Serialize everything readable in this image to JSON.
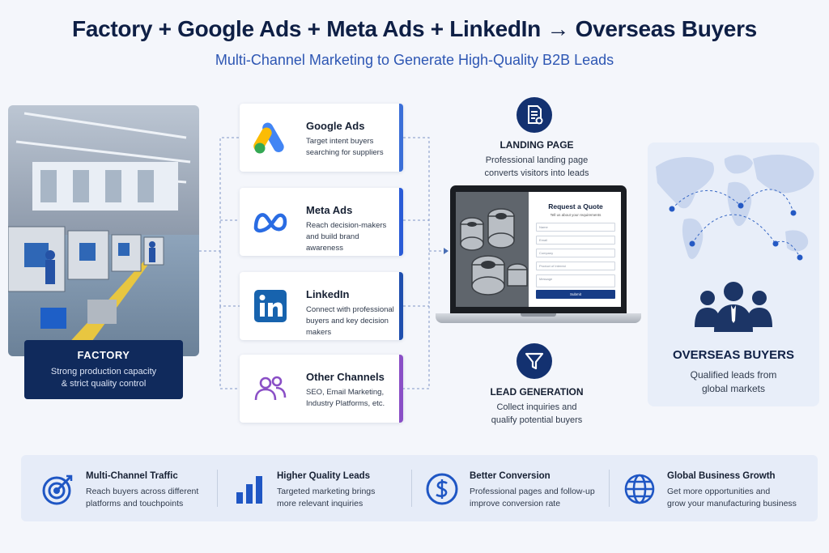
{
  "header": {
    "title": "Factory + Google Ads + Meta Ads + LinkedIn → Overseas Buyers",
    "subtitle": "Multi-Channel Marketing to Generate High-Quality B2B Leads"
  },
  "factory": {
    "title": "FACTORY",
    "desc_line1": "Strong production capacity",
    "desc_line2": "& strict quality control"
  },
  "channels": [
    {
      "name": "Google Ads",
      "line1": "Target intent buyers",
      "line2": "searching for suppliers",
      "icon": "google-ads-icon",
      "accent": "#3b6fd8"
    },
    {
      "name": "Meta Ads",
      "line1": "Reach decision-makers",
      "line2": "and build brand awareness",
      "icon": "meta-icon",
      "accent": "#2a5bd7"
    },
    {
      "name": "LinkedIn",
      "line1": "Connect with professional",
      "line2": "buyers and key decision makers",
      "icon": "linkedin-icon",
      "accent": "#1f4fae"
    },
    {
      "name": "Other Channels",
      "line1": "SEO, Email Marketing,",
      "line2": "Industry Platforms, etc.",
      "icon": "users-icon",
      "accent": "#8a4fc6"
    }
  ],
  "landing": {
    "title": "LANDING PAGE",
    "desc_line1": "Professional landing page",
    "desc_line2": "converts visitors into leads",
    "icon": "document-check-icon"
  },
  "quote_form": {
    "title": "Request a Quote",
    "subtitle": "Tell us about your requirements",
    "fields": [
      "Name",
      "Email",
      "Company",
      "Product of Interest",
      "Message"
    ],
    "submit_label": "Submit"
  },
  "lead_gen": {
    "title": "LEAD GENERATION",
    "desc_line1": "Collect inquiries and",
    "desc_line2": "qualify potential buyers",
    "icon": "funnel-icon"
  },
  "buyers": {
    "title": "OVERSEAS BUYERS",
    "desc_line1": "Qualified leads from",
    "desc_line2": "global markets",
    "icon": "buyers-group-icon"
  },
  "benefits": [
    {
      "title": "Multi-Channel Traffic",
      "line1": "Reach buyers across different",
      "line2": "platforms and touchpoints",
      "icon": "target-icon"
    },
    {
      "title": "Higher Quality Leads",
      "line1": "Targeted marketing brings",
      "line2": "more relevant inquiries",
      "icon": "bar-chart-icon"
    },
    {
      "title": "Better Conversion",
      "line1": "Professional pages and follow-up",
      "line2": "improve conversion rate",
      "icon": "dollar-icon"
    },
    {
      "title": "Global Business Growth",
      "line1": "Get more opportunities and",
      "line2": "grow your manufacturing business",
      "icon": "globe-icon"
    }
  ],
  "colors": {
    "navy": "#102a5c",
    "brand_blue": "#2d56b3",
    "google_blue": "#4285f4",
    "google_yellow": "#fbbc04",
    "google_green": "#34a853"
  }
}
